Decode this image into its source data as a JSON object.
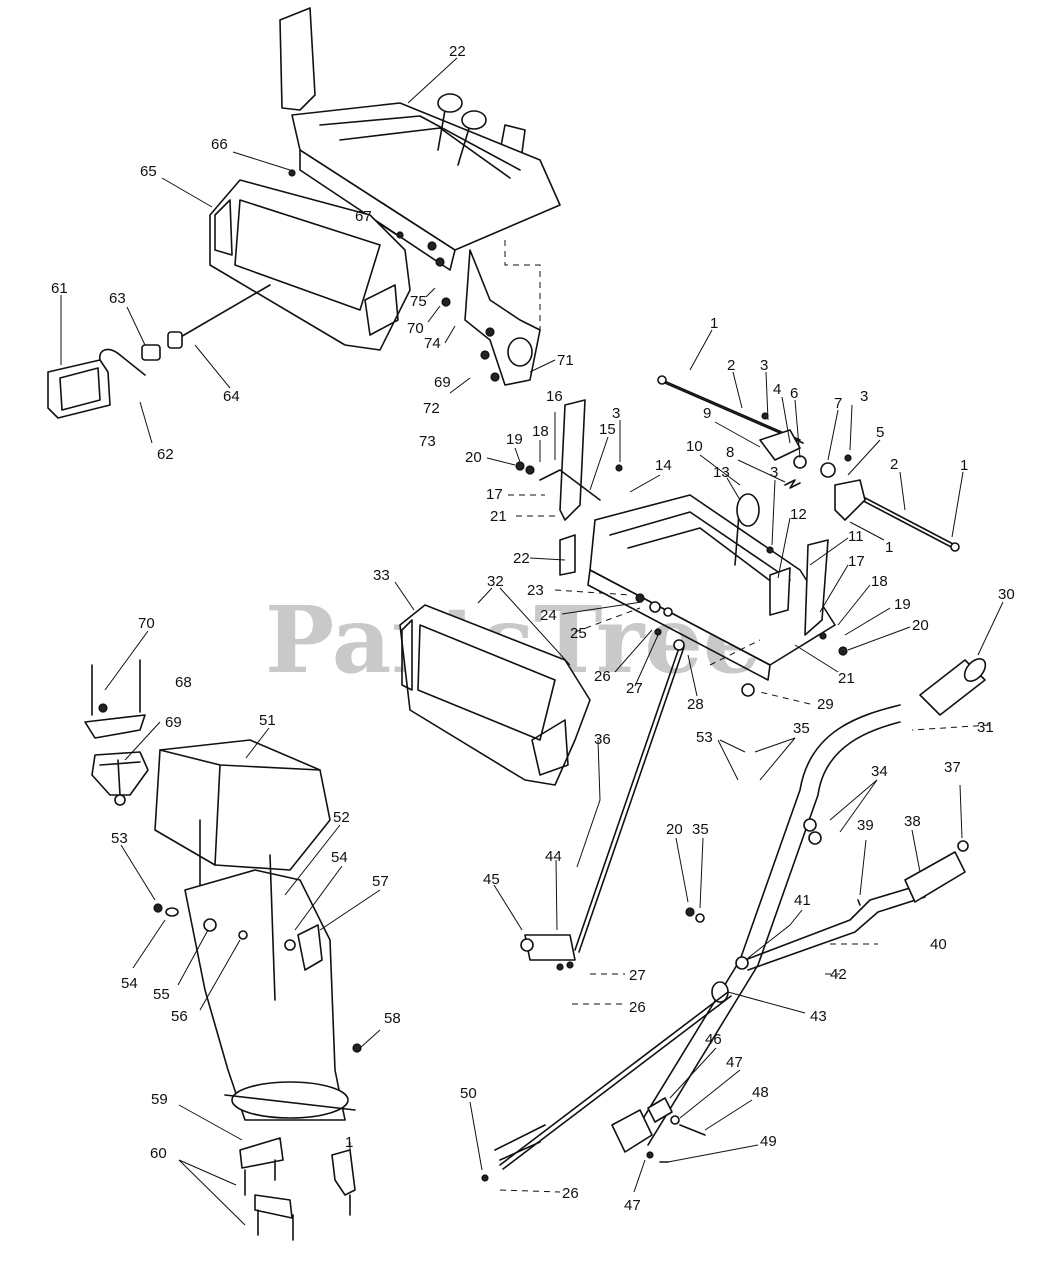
{
  "watermark": "PartsTree",
  "callouts": [
    {
      "id": "c22a",
      "text": "22"
    },
    {
      "id": "c66",
      "text": "66"
    },
    {
      "id": "c65",
      "text": "65"
    },
    {
      "id": "c67",
      "text": "67"
    },
    {
      "id": "c61",
      "text": "61"
    },
    {
      "id": "c63",
      "text": "63"
    },
    {
      "id": "c64",
      "text": "64"
    },
    {
      "id": "c62",
      "text": "62"
    },
    {
      "id": "c75",
      "text": "75"
    },
    {
      "id": "c70a",
      "text": "70"
    },
    {
      "id": "c74",
      "text": "74"
    },
    {
      "id": "c71",
      "text": "71"
    },
    {
      "id": "c69a",
      "text": "69"
    },
    {
      "id": "c72",
      "text": "72"
    },
    {
      "id": "c73",
      "text": "73"
    },
    {
      "id": "c1a",
      "text": "1"
    },
    {
      "id": "c2a",
      "text": "2"
    },
    {
      "id": "c3a",
      "text": "3"
    },
    {
      "id": "c4",
      "text": "4"
    },
    {
      "id": "c6",
      "text": "6"
    },
    {
      "id": "c7",
      "text": "7"
    },
    {
      "id": "c3b",
      "text": "3"
    },
    {
      "id": "c5",
      "text": "5"
    },
    {
      "id": "c9",
      "text": "9"
    },
    {
      "id": "c8",
      "text": "8"
    },
    {
      "id": "c2b",
      "text": "2"
    },
    {
      "id": "c1b",
      "text": "1"
    },
    {
      "id": "c1c",
      "text": "1"
    },
    {
      "id": "c16",
      "text": "16"
    },
    {
      "id": "c3c",
      "text": "3"
    },
    {
      "id": "c19a",
      "text": "19"
    },
    {
      "id": "c18a",
      "text": "18"
    },
    {
      "id": "c15",
      "text": "15"
    },
    {
      "id": "c20a",
      "text": "20"
    },
    {
      "id": "c14",
      "text": "14"
    },
    {
      "id": "c10",
      "text": "10"
    },
    {
      "id": "c13",
      "text": "13"
    },
    {
      "id": "c3d",
      "text": "3"
    },
    {
      "id": "c17a",
      "text": "17"
    },
    {
      "id": "c21a",
      "text": "21"
    },
    {
      "id": "c12",
      "text": "12"
    },
    {
      "id": "c11",
      "text": "11"
    },
    {
      "id": "c22b",
      "text": "22"
    },
    {
      "id": "c17b",
      "text": "17"
    },
    {
      "id": "c18b",
      "text": "18"
    },
    {
      "id": "c19b",
      "text": "19"
    },
    {
      "id": "c20b",
      "text": "20"
    },
    {
      "id": "c21b",
      "text": "21"
    },
    {
      "id": "c33",
      "text": "33"
    },
    {
      "id": "c32",
      "text": "32"
    },
    {
      "id": "c23",
      "text": "23"
    },
    {
      "id": "c24",
      "text": "24"
    },
    {
      "id": "c25",
      "text": "25"
    },
    {
      "id": "c26a",
      "text": "26"
    },
    {
      "id": "c27a",
      "text": "27"
    },
    {
      "id": "c28",
      "text": "28"
    },
    {
      "id": "c29",
      "text": "29"
    },
    {
      "id": "c30",
      "text": "30"
    },
    {
      "id": "c31",
      "text": "31"
    },
    {
      "id": "c70b",
      "text": "70"
    },
    {
      "id": "c68",
      "text": "68"
    },
    {
      "id": "c69b",
      "text": "69"
    },
    {
      "id": "c51",
      "text": "51"
    },
    {
      "id": "c36",
      "text": "36"
    },
    {
      "id": "c53a",
      "text": "53"
    },
    {
      "id": "c35a",
      "text": "35"
    },
    {
      "id": "c34",
      "text": "34"
    },
    {
      "id": "c37",
      "text": "37"
    },
    {
      "id": "c38",
      "text": "38"
    },
    {
      "id": "c39",
      "text": "39"
    },
    {
      "id": "c53b",
      "text": "53"
    },
    {
      "id": "c52",
      "text": "52"
    },
    {
      "id": "c54a",
      "text": "54"
    },
    {
      "id": "c57",
      "text": "57"
    },
    {
      "id": "c20c",
      "text": "20"
    },
    {
      "id": "c35b",
      "text": "35"
    },
    {
      "id": "c44",
      "text": "44"
    },
    {
      "id": "c45",
      "text": "45"
    },
    {
      "id": "c41",
      "text": "41"
    },
    {
      "id": "c40",
      "text": "40"
    },
    {
      "id": "c42",
      "text": "42"
    },
    {
      "id": "c54b",
      "text": "54"
    },
    {
      "id": "c55",
      "text": "55"
    },
    {
      "id": "c56",
      "text": "56"
    },
    {
      "id": "c27b",
      "text": "27"
    },
    {
      "id": "c26b",
      "text": "26"
    },
    {
      "id": "c43",
      "text": "43"
    },
    {
      "id": "c58",
      "text": "58"
    },
    {
      "id": "c46",
      "text": "46"
    },
    {
      "id": "c47a",
      "text": "47"
    },
    {
      "id": "c48",
      "text": "48"
    },
    {
      "id": "c59",
      "text": "59"
    },
    {
      "id": "c50",
      "text": "50"
    },
    {
      "id": "c49",
      "text": "49"
    },
    {
      "id": "c60",
      "text": "60"
    },
    {
      "id": "c26c",
      "text": "26"
    },
    {
      "id": "c47b",
      "text": "47"
    },
    {
      "id": "c1d",
      "text": "1"
    }
  ]
}
